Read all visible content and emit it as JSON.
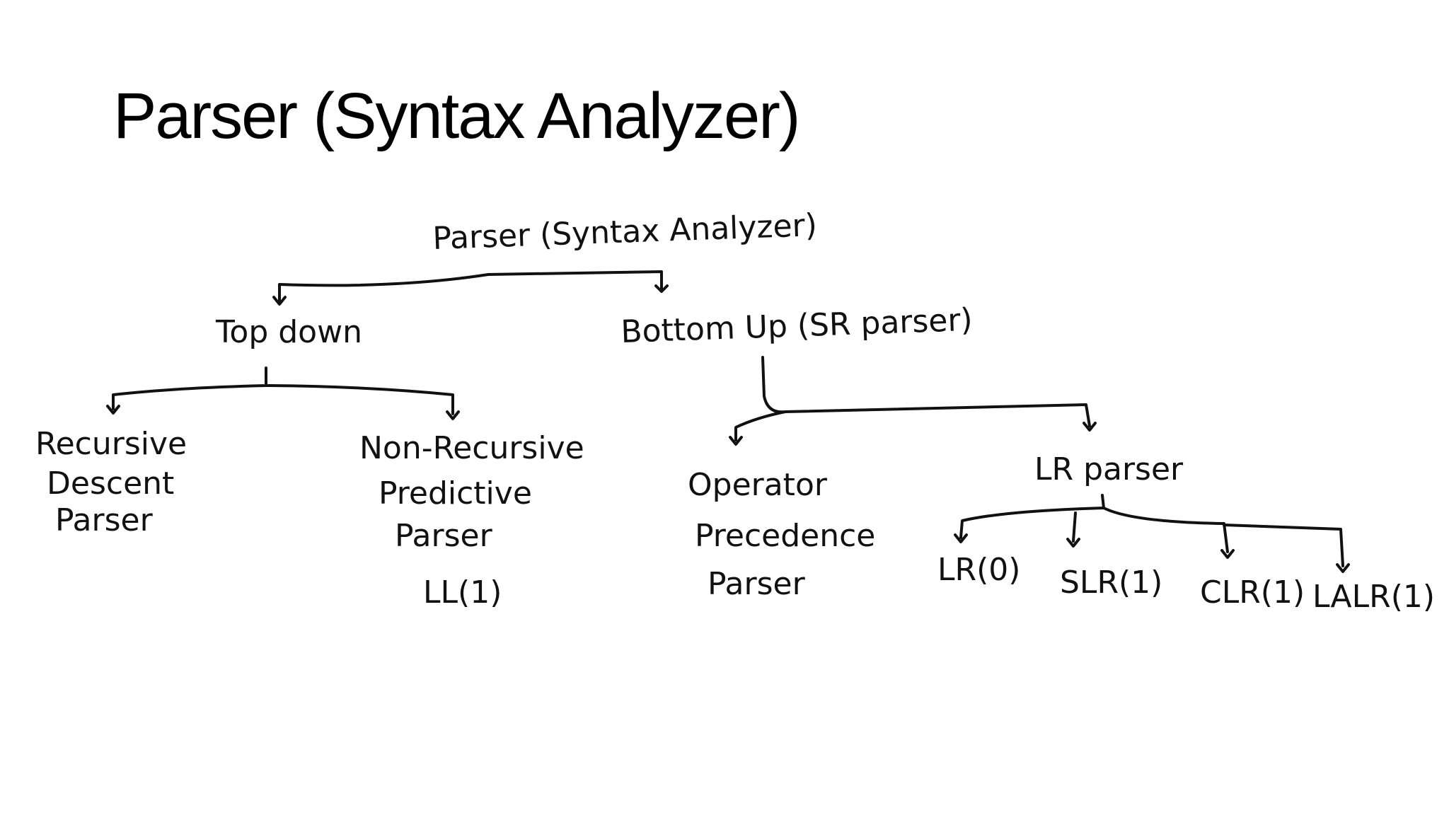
{
  "slide": {
    "title": "Parser (Syntax Analyzer)"
  },
  "diagram": {
    "root": {
      "label": "Parser (Syntax Analyzer)"
    },
    "top_down": {
      "label": "Top down",
      "recursive_descent": [
        "Recursive",
        "Descent",
        "Parser"
      ],
      "non_recursive": [
        "Non-Recursive",
        "Predictive",
        "Parser",
        "LL(1)"
      ]
    },
    "bottom_up": {
      "label": "Bottom Up (SR parser)",
      "operator_precedence": [
        "Operator",
        "Precedence",
        "Parser"
      ],
      "lr_parser": {
        "label": "LR parser",
        "children": [
          "LR(0)",
          "SLR(1)",
          "CLR(1)",
          "LALR(1)"
        ]
      }
    }
  }
}
